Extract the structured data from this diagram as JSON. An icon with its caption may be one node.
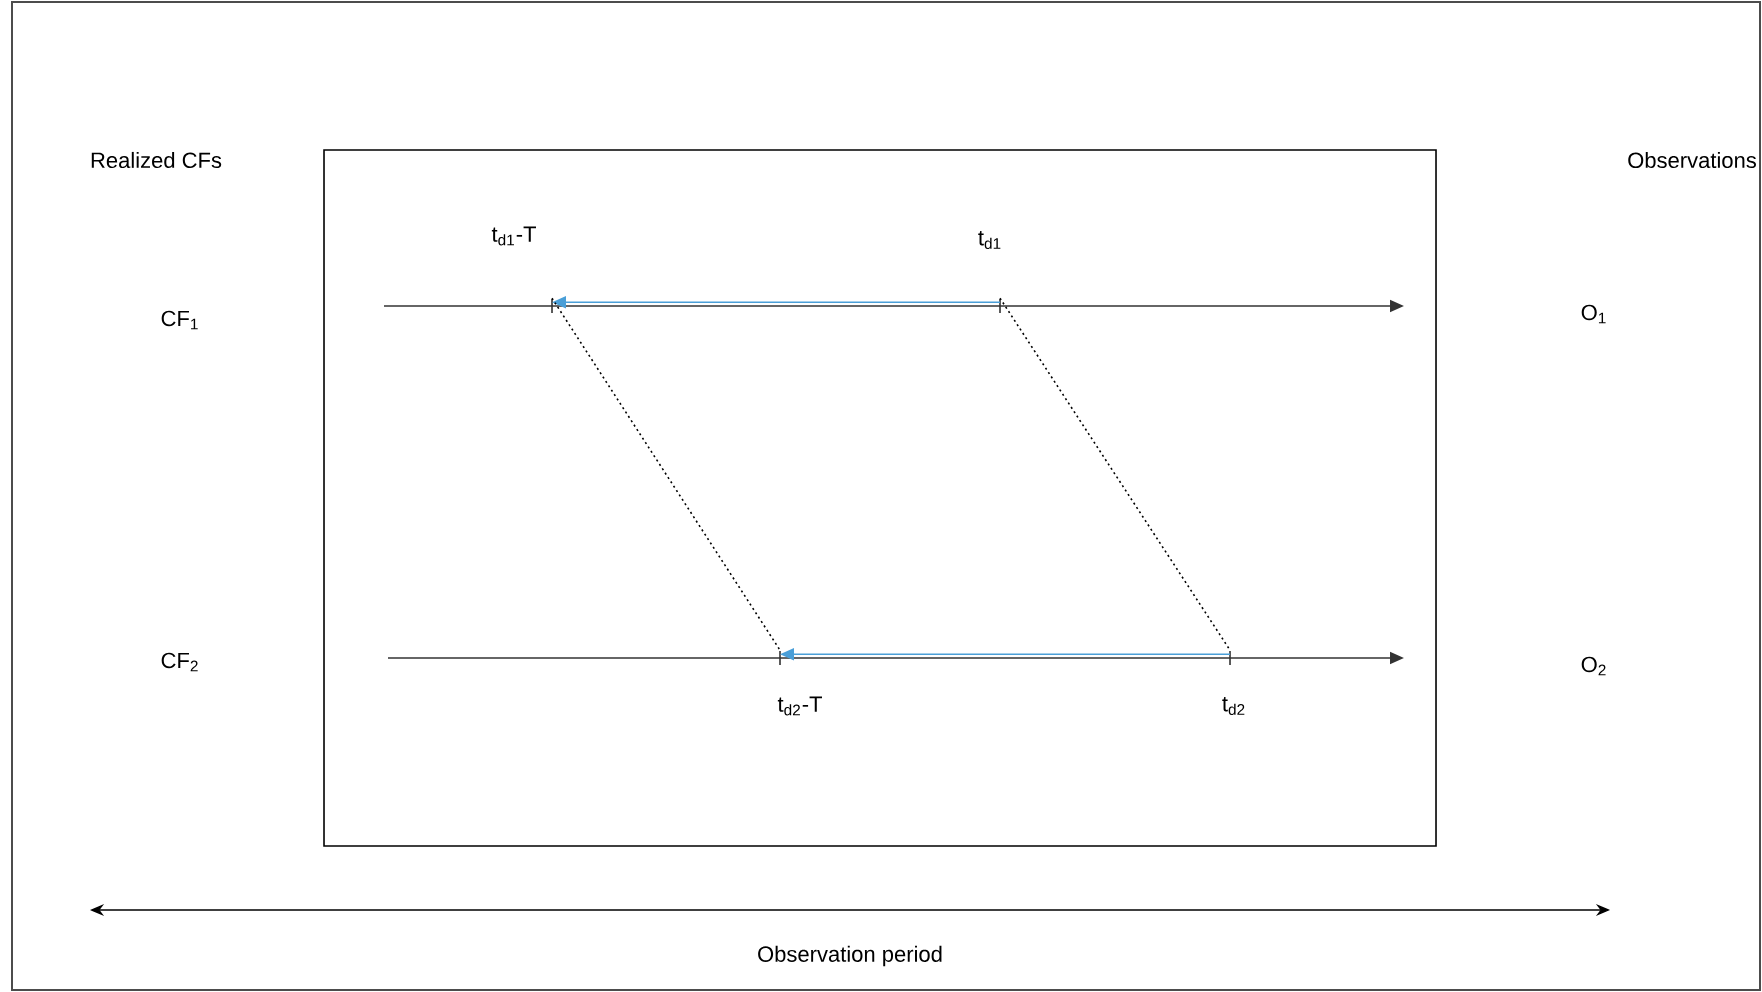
{
  "diagram": {
    "nodes": [
      {
        "text": [],
        "shape": "bar",
        "beside": [
          "t$_{d1}$-T"
        ]
      },
      {
        "text": [],
        "shape": "bar",
        "beside": [
          "t$_{d1}$"
        ]
      },
      {
        "text": [],
        "shape": "bar",
        "beside": [
          "t$_{d2}$-T"
        ]
      },
      {
        "text": [],
        "shape": "bar",
        "beside": [
          "t$_{d2}$"
        ]
      }
    ],
    "edges": [
      {
        "from": 1,
        "to": 0,
        "arrow": "to",
        "color": "#4a9fd8"
      },
      {
        "from": 0,
        "to": 2,
        "arrow": "none",
        "style": "dashed",
        "color": "#000000"
      },
      {
        "from": 1,
        "to": 3,
        "arrow": "none",
        "style": "dashed",
        "color": "#000000"
      },
      {
        "from": 3,
        "to": 2,
        "arrow": "to",
        "color": "#4a9fd8"
      }
    ],
    "labels": [
      "Realized CFs",
      "Observations",
      "CF$_{1}$",
      "O$_{1}$",
      "CF$_{2}$",
      "O$_{2}$",
      "Observation period"
    ]
  }
}
